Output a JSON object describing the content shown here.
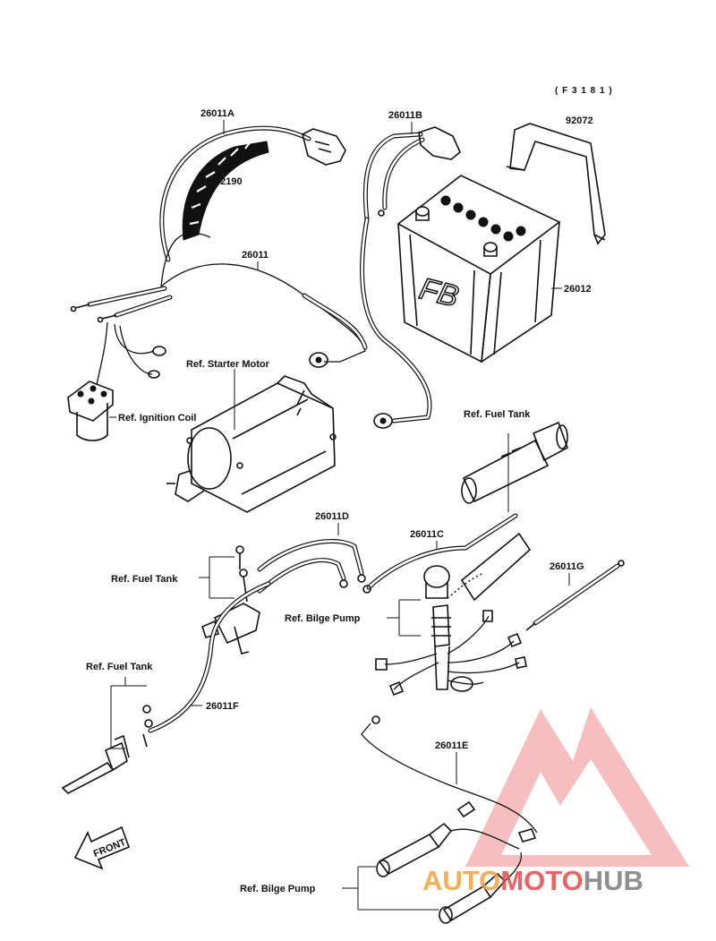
{
  "figure_code": "( F 3 1 8 1  )",
  "labels": {
    "p26011A": "26011A",
    "p26011B": "26011B",
    "p92072": "92072",
    "p92190": "92190",
    "p26011": "26011",
    "p26012": "26012",
    "ref_starter_motor": "Ref. Starter Motor",
    "ref_ignition_coil": "Ref. Ignition Coil",
    "ref_fuel_tank_top": "Ref. Fuel Tank",
    "p26011D": "26011D",
    "p26011C": "26011C",
    "ref_fuel_tank_mid": "Ref. Fuel Tank",
    "p26011G": "26011G",
    "ref_bilge_pump_mid": "Ref. Bilge Pump",
    "ref_fuel_tank_low": "Ref. Fuel Tank",
    "p26011F": "26011F",
    "p26011E": "26011E",
    "ref_bilge_pump_low": "Ref. Bilge Pump",
    "front": "FRONT"
  },
  "battery_logo": "FB",
  "watermark": {
    "auto": "AUTO",
    "moto": "MOTO",
    "hub": "HUB",
    "color_red": "#e84a4a",
    "color_orange": "#f3a23c",
    "color_gray": "#7d7d7d"
  }
}
